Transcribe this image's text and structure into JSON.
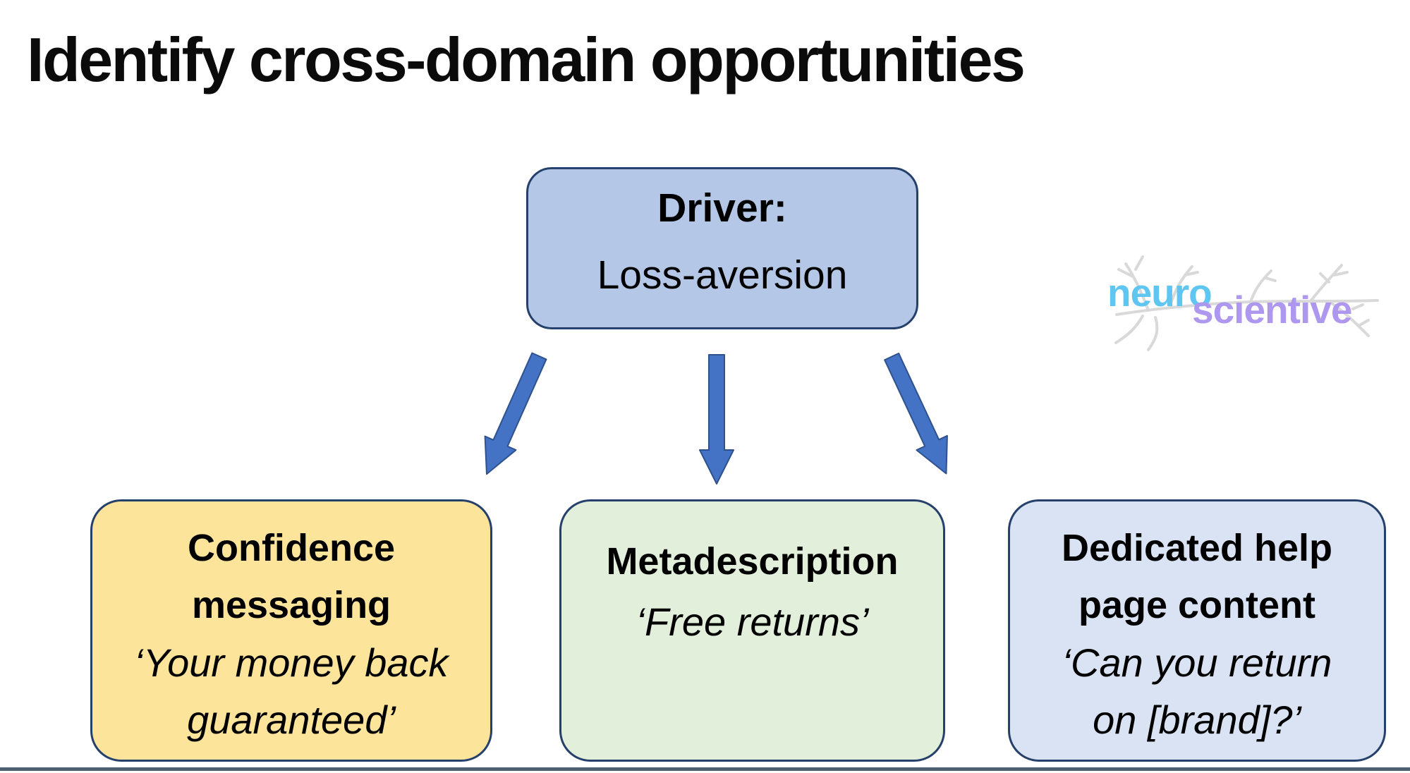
{
  "slide": {
    "title": "Identify cross-domain opportunities",
    "driver_box": {
      "label": "Driver:",
      "value": "Loss-aversion"
    },
    "outcome_boxes": [
      {
        "heading_line1": "Confidence",
        "heading_line2": "messaging",
        "quote_line1": "‘Your money back",
        "quote_line2": "guaranteed’"
      },
      {
        "heading_line1": "Metadescription",
        "quote_line1": "‘Free returns’"
      },
      {
        "heading_line1": "Dedicated help",
        "heading_line2": "page content",
        "quote_line1": "‘Can you return",
        "quote_line2": "on [brand]?’"
      }
    ]
  },
  "logo": {
    "word1": "neuro",
    "word2": "scientive"
  },
  "colors": {
    "driver_fill": "#b4c7e7",
    "box_border": "#24406b",
    "yellow_fill": "#fde49b",
    "green_fill": "#e2efda",
    "blue_fill": "#dae3f3",
    "arrow_fill": "#4472c4",
    "arrow_stroke": "#2f528f",
    "logo_blue": "#5fc6f2",
    "logo_purple": "#ae97ee",
    "neuron_gray": "#d9d9d9",
    "footer_bar": "#4e6172",
    "title_text": "#0b0b0b"
  }
}
